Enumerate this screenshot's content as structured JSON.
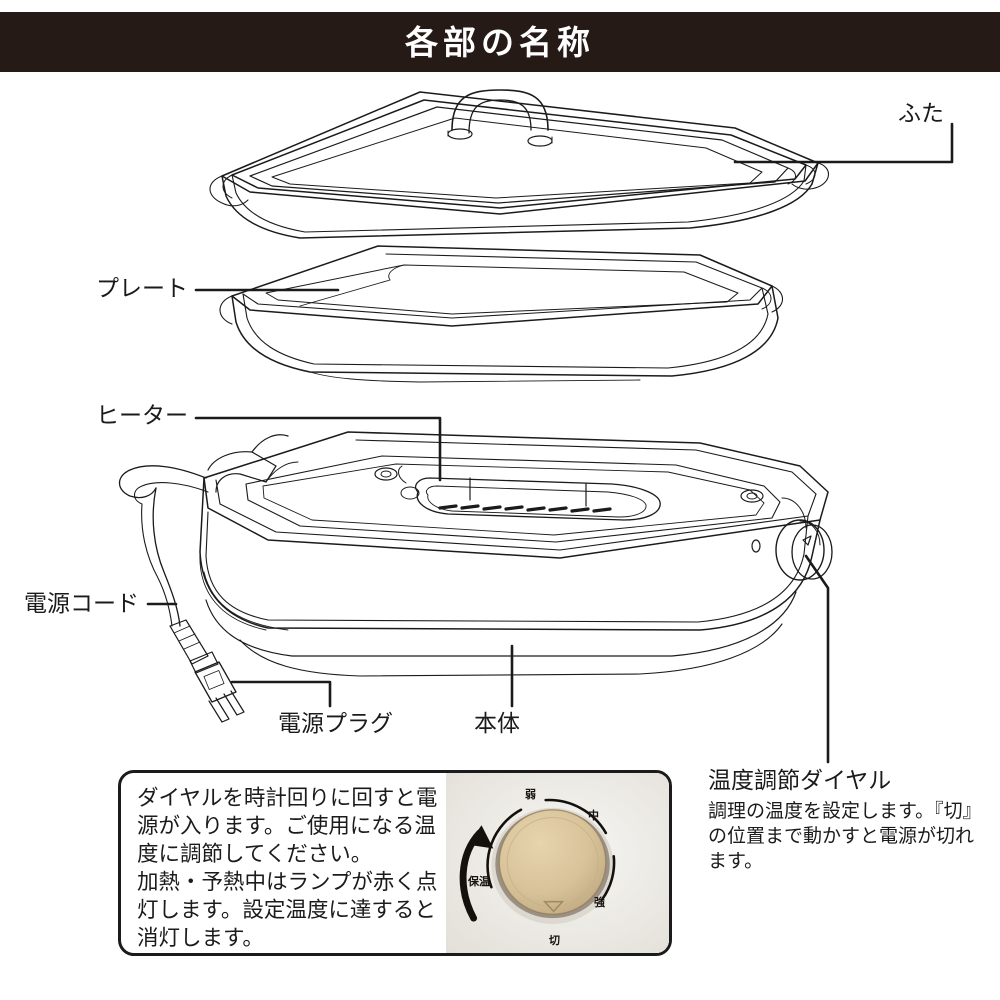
{
  "header": {
    "title": "各部の名称"
  },
  "callouts": [
    {
      "id": "lid",
      "label": "ふた"
    },
    {
      "id": "plate",
      "label": "プレート"
    },
    {
      "id": "heater",
      "label": "ヒーター"
    },
    {
      "id": "power_cord",
      "label": "電源コード"
    },
    {
      "id": "power_plug",
      "label": "電源プラグ"
    },
    {
      "id": "main_body",
      "label": "本体"
    }
  ],
  "dial_info": {
    "title": "温度調節ダイヤル",
    "description": "調理の温度を設定します。『切』の位置まで動かすと電源が切れます。"
  },
  "info_box": {
    "lines": [
      "ダイヤルを時計回りに回すと電源が入ります。ご使用になる温度に調節してください。",
      "加熱・予熱中はランプが赤く点灯します。設定温度に達すると消灯します。"
    ],
    "paragraph1": "ダイヤルを時計回りに回すと電源が入ります。ご使用になる温度に調節してください。",
    "paragraph2": "加熱・予熱中はランプが赤く点灯します。設定温度に達すると消灯します。"
  },
  "dial_photo": {
    "marks": {
      "low": "弱",
      "medium": "中",
      "high": "強",
      "off": "切",
      "keep_warm": "保温"
    },
    "rotation_hint": "clockwise-arrow"
  },
  "colors": {
    "header_bg": "#261a16",
    "header_text": "#ffffff",
    "line": "#1b1b1b",
    "knob": "#d9c39a",
    "photo_bg": "#eeece7"
  }
}
